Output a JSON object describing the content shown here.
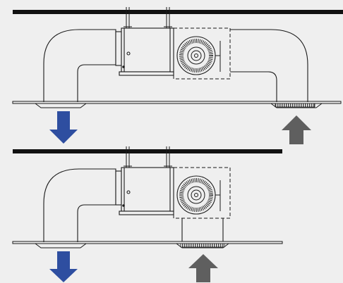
{
  "diagram": {
    "colors": {
      "background": "#efefef",
      "line": "#1a1a1a",
      "slab": "#111111",
      "supply_arrow": "#2e4ea0",
      "return_arrow": "#5f5f5f",
      "grille": "#444444"
    },
    "configurations": [
      {
        "id": "top",
        "intake": "rear-duct",
        "supply_arrow": {
          "direction": "down",
          "icon": "arrow-down-icon"
        },
        "return_arrow": {
          "direction": "up",
          "icon": "arrow-up-icon"
        }
      },
      {
        "id": "bottom",
        "intake": "bottom-grille",
        "supply_arrow": {
          "direction": "down",
          "icon": "arrow-down-icon"
        },
        "return_arrow": {
          "direction": "up",
          "icon": "arrow-up-icon"
        }
      }
    ]
  }
}
